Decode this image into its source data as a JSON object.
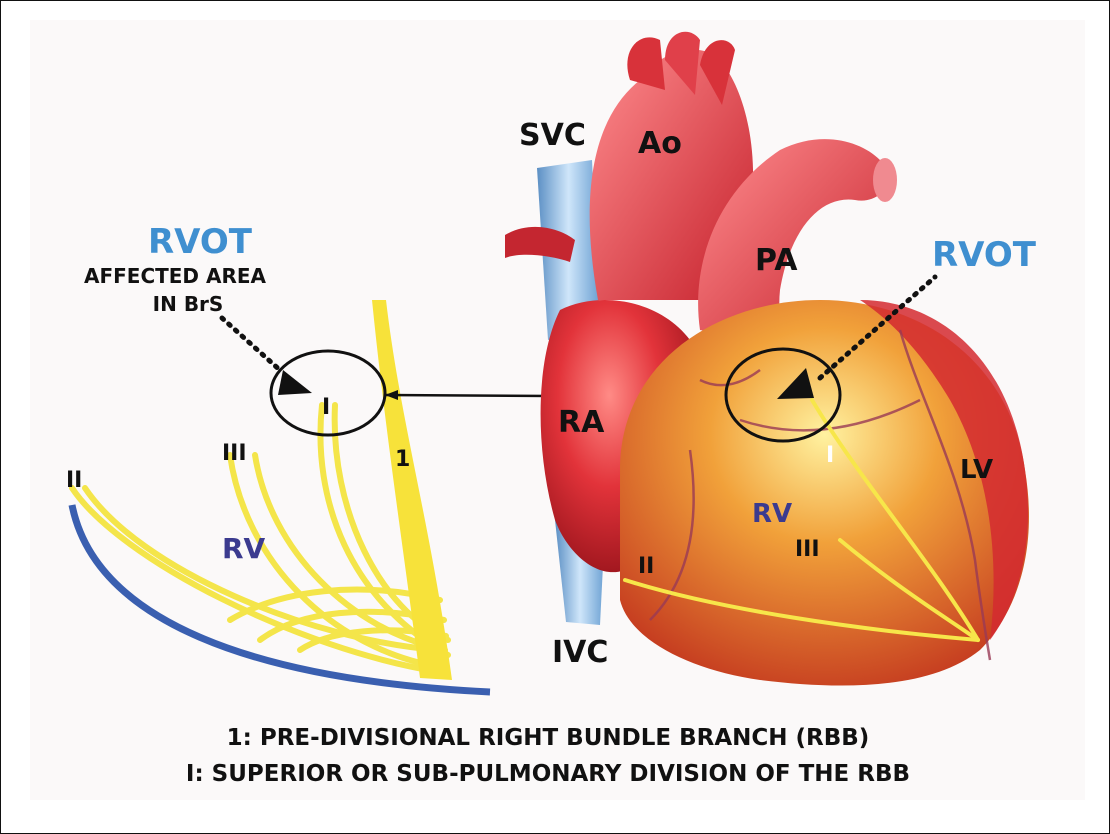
{
  "labels": {
    "rvot_left": "RVOT",
    "affected_line1": "AFFECTED AREA",
    "affected_line2": "IN BrS",
    "rvot_right": "RVOT",
    "svc": "SVC",
    "ao": "Ao",
    "pa": "PA",
    "ra": "RA",
    "ivc": "IVC",
    "lv": "LV",
    "rv_left": "RV",
    "rv_heart": "RV",
    "div_I_left": "I",
    "div_II_left": "II",
    "div_III_left": "III",
    "div_1_left": "1",
    "div_I_heart": "I",
    "div_II_heart": "II",
    "div_III_heart": "III"
  },
  "caption": {
    "line1": "1: PRE-DIVISIONAL RIGHT BUNDLE BRANCH (RBB)",
    "line2": "I: SUPERIOR OR SUB-PULMONARY DIVISION OF THE RBB"
  },
  "colors": {
    "rvot_label": "#3f8fd0",
    "rv_label": "#3b3b8f",
    "bundle_yellow": "#f6e33a",
    "septum_blue": "#3a5fb0",
    "heart_red": "#d8242f",
    "vessel_blue": "#8fc0e8"
  }
}
